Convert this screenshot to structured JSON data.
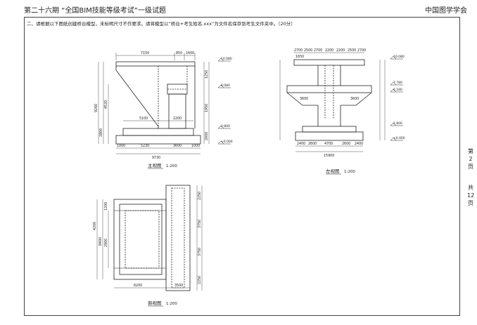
{
  "header": {
    "left": "第二十六期 “全国BIM技能等级考试”一级试题",
    "right": "中国图学学会"
  },
  "instruction": "二、请根据以下图纸创建桥台模型，未标明尺寸不作要求。请将模型以“桥台+考生姓名.xxx”为文件名保存到考生文件夹中。（20分）",
  "page": {
    "current": "第2页",
    "total": "共12页"
  },
  "views": {
    "front": {
      "title": "主视图",
      "scale": "1:200",
      "top_dims": [
        "7150",
        "850",
        "1600"
      ],
      "bottom_dims": [
        "1000",
        "5230",
        "3600",
        "1000"
      ],
      "overall": "9730",
      "inner_dims": [
        "5100",
        "2200"
      ],
      "left_dims": [
        "2800",
        "9260",
        "4520"
      ],
      "right_dims": [
        "1250",
        "1950",
        "2000"
      ],
      "levels": [
        "10.080",
        "8.080",
        "2.800",
        "±0.000"
      ]
    },
    "side": {
      "title": "左视图",
      "scale": "1:200",
      "top_dims": [
        "2700",
        "2500",
        "2700",
        "2200",
        "2200",
        "2500",
        "2700"
      ],
      "top_dims2": [
        "1650"
      ],
      "mid_dims": [
        "3600",
        "3600"
      ],
      "bottom_dims": [
        "2400",
        "2600",
        "4700",
        "2600",
        "2400"
      ],
      "overall": "15900",
      "levels": [
        "10.080",
        "7.780",
        "6.180",
        "2.800",
        "±0.000"
      ]
    },
    "plan": {
      "title": "俯视图",
      "scale": "1:200",
      "bottom_dims": [
        "6200",
        "3500"
      ],
      "left_dims": [
        "4200",
        "8400",
        "2900",
        "1200"
      ],
      "right_dims": [
        "2250",
        "3750",
        "3750",
        "2250"
      ]
    }
  }
}
